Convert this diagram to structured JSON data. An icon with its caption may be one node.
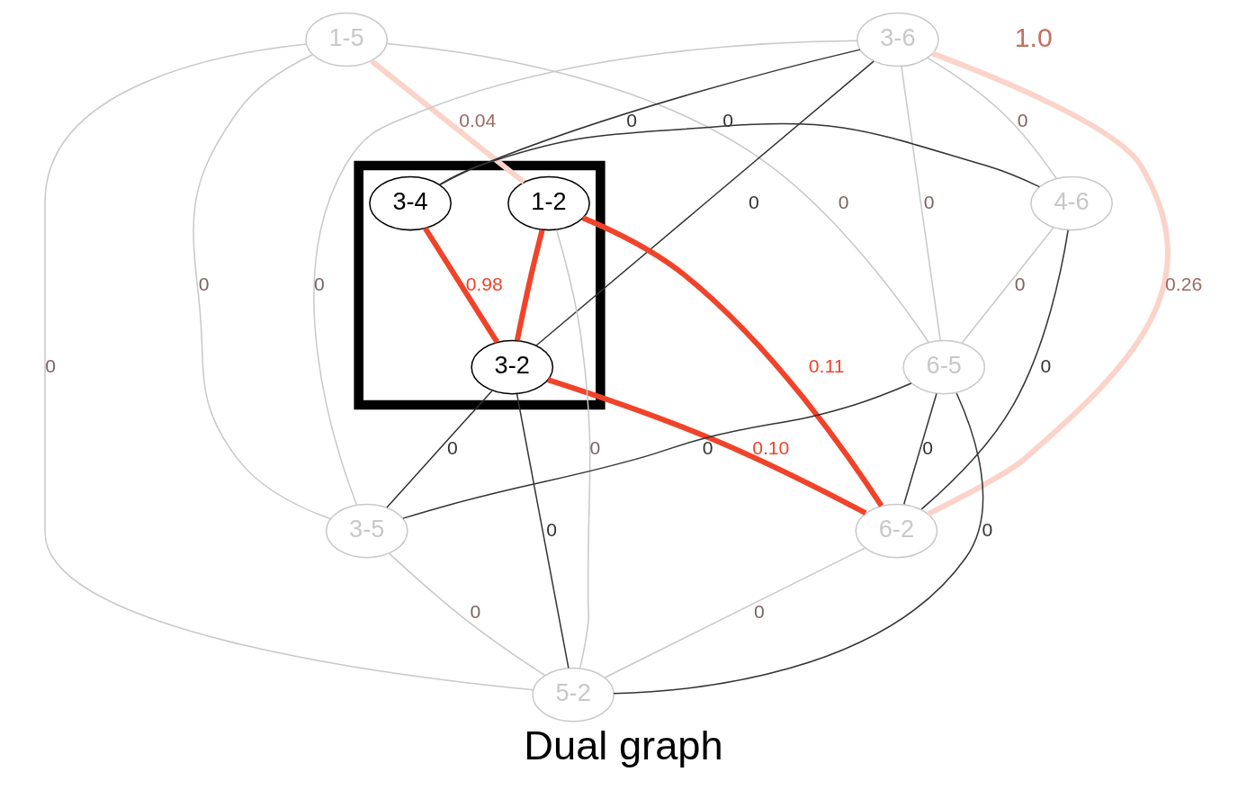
{
  "diagram": {
    "caption": "Dual graph",
    "nodes": [
      {
        "text": [
          "1-5"
        ]
      },
      {
        "text": [
          "3-6"
        ]
      },
      {
        "text": [],
        "shape": "box"
      },
      {
        "text": [
          "3-4"
        ],
        "in": 2
      },
      {
        "text": [
          "4-6"
        ]
      },
      {
        "text": [
          "6-5"
        ]
      },
      {
        "text": [
          "3-2"
        ],
        "in": 2
      },
      {
        "text": [
          "1-2"
        ],
        "in": 2
      },
      {
        "text": [
          "6-2"
        ]
      },
      {
        "text": [
          "3-5"
        ]
      },
      {
        "text": [
          "5-2"
        ]
      }
    ],
    "edges": [
      {
        "from": 1,
        "to": 3,
        "arrow": "none",
        "label": "0",
        "color": "#333333"
      },
      {
        "from": 0,
        "to": 5,
        "arrow": "none",
        "label": "0"
      },
      {
        "from": 0,
        "to": 7,
        "arrow": "none",
        "label": "0.04",
        "style": "thick",
        "color": "#fbd3c9"
      },
      {
        "from": 0,
        "to": 10,
        "arrow": "none",
        "label": "0"
      },
      {
        "from": 0,
        "to": 9,
        "arrow": "none",
        "label": "0"
      },
      {
        "from": 1,
        "to": 5,
        "arrow": "none",
        "label": "0"
      },
      {
        "from": 1,
        "to": 8,
        "arrow": "none",
        "label": "0.26",
        "style": "thick",
        "color": "#fbd3c9"
      },
      {
        "from": 1,
        "to": 4,
        "arrow": "none",
        "label": "0"
      },
      {
        "from": 1,
        "to": 6,
        "arrow": "none",
        "label": "0",
        "color": "#333333"
      },
      {
        "from": 1,
        "to": 9,
        "arrow": "none",
        "label": "0"
      },
      {
        "from": 3,
        "to": 4,
        "arrow": "none",
        "label": "0",
        "color": "#333333"
      },
      {
        "from": 3,
        "to": 6,
        "arrow": "none",
        "label": "0.98",
        "style": "thick",
        "color": "#f0432a"
      },
      {
        "from": 4,
        "to": 5,
        "arrow": "none",
        "label": "0"
      },
      {
        "from": 4,
        "to": 8,
        "arrow": "none",
        "label": "0",
        "color": "#333333"
      },
      {
        "from": 5,
        "to": 9,
        "arrow": "none",
        "label": "0",
        "color": "#333333"
      },
      {
        "from": 5,
        "to": 8,
        "arrow": "none",
        "label": "0",
        "color": "#333333"
      },
      {
        "from": 5,
        "to": 10,
        "arrow": "none",
        "label": "0",
        "color": "#333333"
      },
      {
        "from": 7,
        "to": 6,
        "arrow": "none",
        "style": "thick",
        "color": "#f0432a"
      },
      {
        "from": 7,
        "to": 8,
        "arrow": "none",
        "label": "0.11",
        "style": "thick",
        "color": "#f0432a"
      },
      {
        "from": 7,
        "to": 10,
        "arrow": "none",
        "label": "0"
      },
      {
        "from": 6,
        "to": 8,
        "arrow": "none",
        "label": "0.10",
        "style": "thick",
        "color": "#f0432a"
      },
      {
        "from": 6,
        "to": 10,
        "arrow": "none",
        "label": "0",
        "color": "#333333"
      },
      {
        "from": 6,
        "to": 9,
        "arrow": "none",
        "label": "0",
        "color": "#333333"
      },
      {
        "from": 8,
        "to": 10,
        "arrow": "none",
        "label": "0"
      },
      {
        "from": 9,
        "to": 10,
        "arrow": "none",
        "label": "0"
      }
    ],
    "labels": [
      "1.0"
    ]
  }
}
